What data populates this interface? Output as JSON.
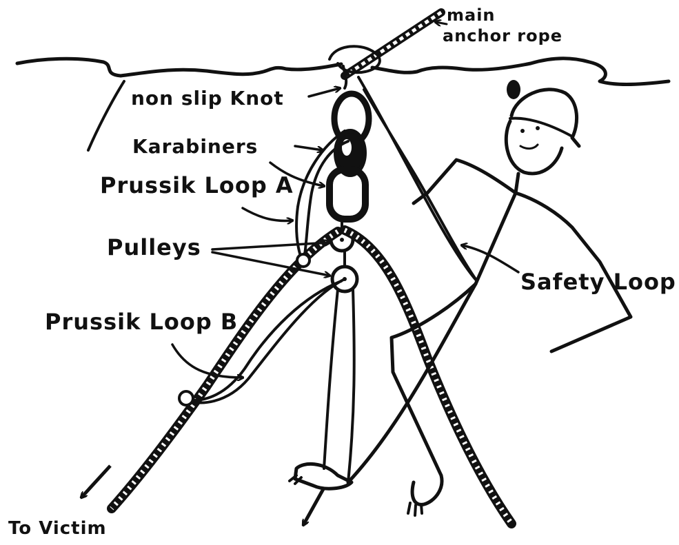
{
  "labels": {
    "main_anchor_rope_line1": "main",
    "main_anchor_rope_line2": "anchor rope",
    "non_slip_knot": "non slip Knot",
    "karabiners": "Karabiners",
    "prussik_loop_a": "Prussik Loop A",
    "pulleys": "Pulleys",
    "safety_loop": "Safety Loop",
    "prussik_loop_b": "Prussik Loop B",
    "to_victim": "To Victim"
  },
  "colors": {
    "ink": "#111111",
    "background": "#ffffff"
  }
}
